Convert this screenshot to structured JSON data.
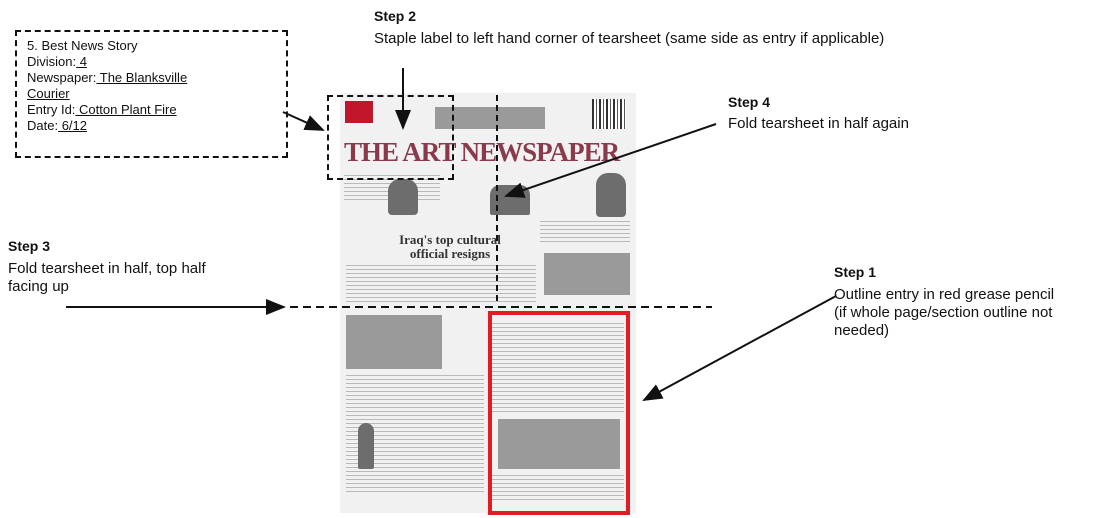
{
  "label_box": {
    "title": "5.  Best News Story",
    "division_label": "Division:",
    "division_value": "  4",
    "newspaper_label": "Newspaper:",
    "newspaper_value_1": "  The Blanksville ",
    "newspaper_value_2": "Courier",
    "entry_label": "Entry Id:",
    "entry_value": "  Cotton Plant Fire",
    "date_label": "Date:",
    "date_value": "   6/12"
  },
  "steps": {
    "step1": {
      "title": "Step 1",
      "line1": "Outline entry in red grease pencil",
      "line2": "(if whole page/section outline not",
      "line3": "needed)"
    },
    "step2": {
      "title": "Step 2",
      "text": "Staple label to left hand corner of tearsheet (same side as entry if applicable)"
    },
    "step3": {
      "title": "Step 3",
      "line1": "Fold tearsheet in half, top half",
      "line2": "facing up"
    },
    "step4": {
      "title": "Step 4",
      "text": "Fold tearsheet in half again"
    }
  },
  "newspaper": {
    "masthead": "THE ART NEWSPAPER",
    "headline_1": "Iraq's top cultural",
    "headline_2": "official resigns"
  },
  "colors": {
    "outline_red": "#e31b23",
    "masthead_color": "#8a3a4a"
  }
}
